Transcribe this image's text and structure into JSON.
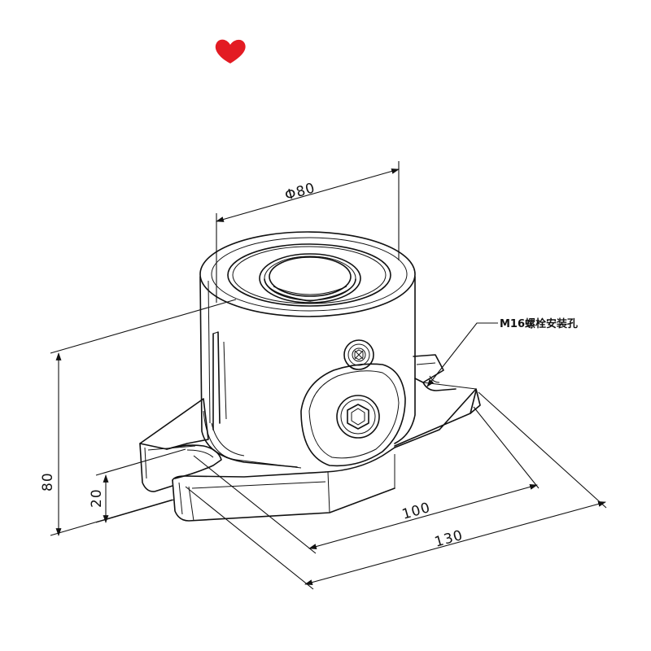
{
  "drawing": {
    "dimensions": {
      "diameter": "Φ80",
      "height": "80",
      "base_height": "20",
      "width_short": "100",
      "width_long": "130"
    },
    "callout": "M16螺栓安装孔",
    "marker_color": "#e31b23"
  }
}
